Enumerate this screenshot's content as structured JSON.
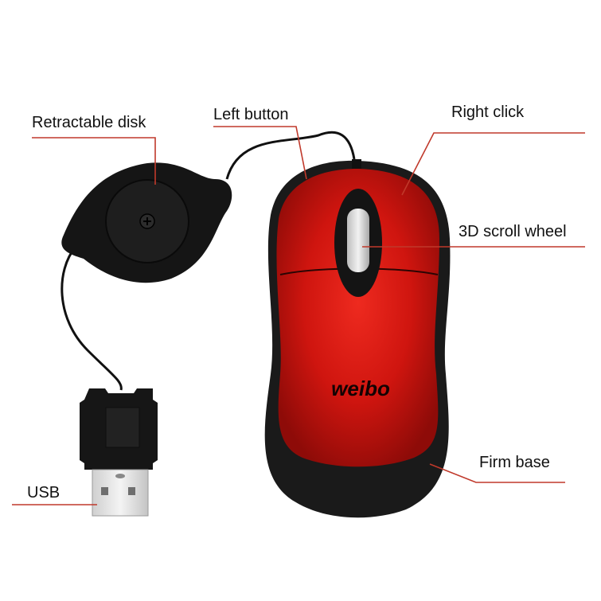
{
  "product": {
    "brand_logo": "weibo",
    "colors": {
      "body_red": "#c8140f",
      "body_red_highlight": "#e8231a",
      "black_trim": "#1a1a1a",
      "callout_line": "#c0392b",
      "usb_metal": "#e6e6e6"
    }
  },
  "callouts": [
    {
      "id": "retractable-disk",
      "label": "Retractable disk"
    },
    {
      "id": "left-button",
      "label": "Left button"
    },
    {
      "id": "right-click",
      "label": "Right click"
    },
    {
      "id": "scroll-wheel",
      "label": "3D scroll wheel"
    },
    {
      "id": "firm-base",
      "label": "Firm base"
    },
    {
      "id": "usb",
      "label": "USB"
    }
  ]
}
